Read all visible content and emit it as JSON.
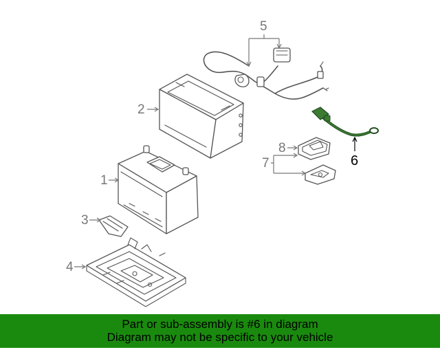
{
  "diagram": {
    "callouts": {
      "c1": "1",
      "c2": "2",
      "c3": "3",
      "c4": "4",
      "c5": "5",
      "c6": "6",
      "c7": "7",
      "c8": "8"
    },
    "highlighted_part": "6",
    "highlight_color": "#3d7a32"
  },
  "banner": {
    "line1": "Part or sub-assembly is #6 in diagram",
    "line2": "Diagram may not be specific to your vehicle",
    "background": "#1a8a0e"
  }
}
